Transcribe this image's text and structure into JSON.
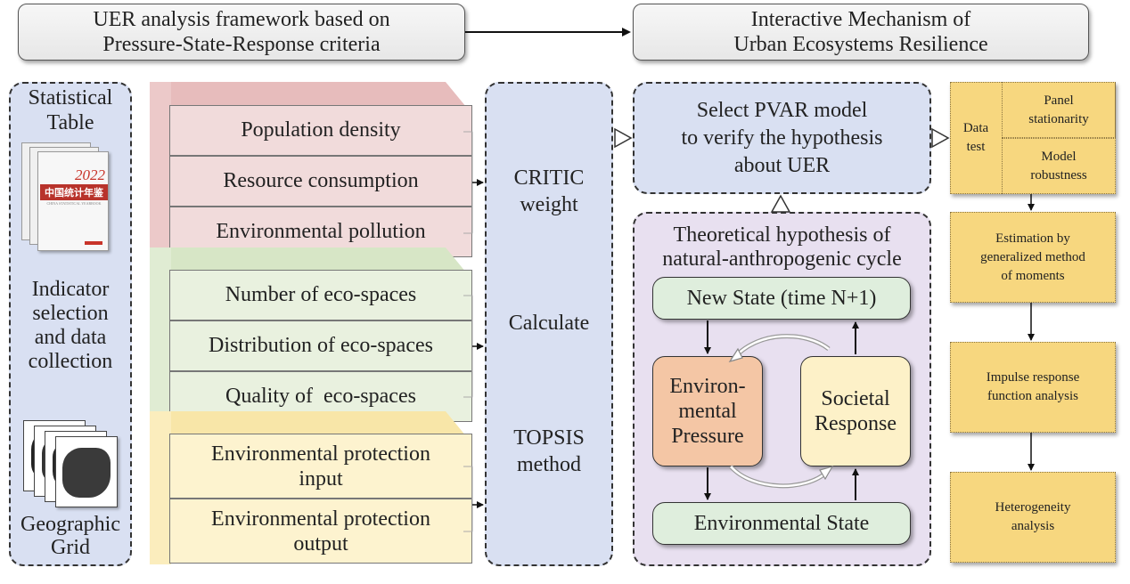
{
  "header": {
    "left": [
      "UER analysis framework based on",
      "Pressure-State-Response criteria"
    ],
    "right": [
      "Interactive Mechanism of",
      "Urban Ecosystems Resilience"
    ]
  },
  "left_panel": {
    "stat_table": [
      "Statistical",
      "Table"
    ],
    "book_year": "2022",
    "book_title": "中国统计年鉴",
    "book_subtitle": "CHINA STATISTICAL YEARBOOK",
    "indicator": [
      "Indicator",
      "selection",
      "and data",
      "collection"
    ],
    "geo_grid": [
      "Geographic",
      "Grid"
    ]
  },
  "indicators": [
    [
      "Population density"
    ],
    [
      "Resource consumption"
    ],
    [
      "Environmental pollution"
    ],
    [
      "Number of eco-spaces"
    ],
    [
      "Distribution of eco-spaces"
    ],
    [
      "Quality of  eco-spaces"
    ],
    [
      "Environmental protection",
      "input"
    ],
    [
      "Environmental protection",
      "output"
    ]
  ],
  "methods": {
    "critic": [
      "CRITIC",
      "weight"
    ],
    "calculate": "Calculate",
    "topsis": [
      "TOPSIS",
      "method"
    ]
  },
  "pvar_box": [
    "Select PVAR model",
    "to verify the hypothesis",
    "about UER"
  ],
  "hypothesis": {
    "title": [
      "Theoretical hypothesis of",
      "natural-anthropogenic cycle"
    ],
    "new_state": "New State (time N+1)",
    "pressure": [
      "Environ-",
      "mental",
      "Pressure"
    ],
    "response": [
      "Societal",
      "Response"
    ],
    "env_state": "Environmental State"
  },
  "right_flow": {
    "data_test": [
      "Data",
      "test"
    ],
    "panel": [
      "Panel",
      "stationarity"
    ],
    "robust": [
      "Model",
      "robustness"
    ],
    "estimation": [
      "Estimation by",
      "generalized method",
      "of moments"
    ],
    "impulse": [
      "Impulse response",
      "function analysis"
    ],
    "hetero": [
      "Heterogeneity",
      "analysis"
    ]
  },
  "colors": {
    "pressure_fill": "#f4c6a5",
    "response_fill": "#fdf1c8",
    "state_fill": "#dfeedd",
    "flow_yellow": "#f7d77f"
  }
}
